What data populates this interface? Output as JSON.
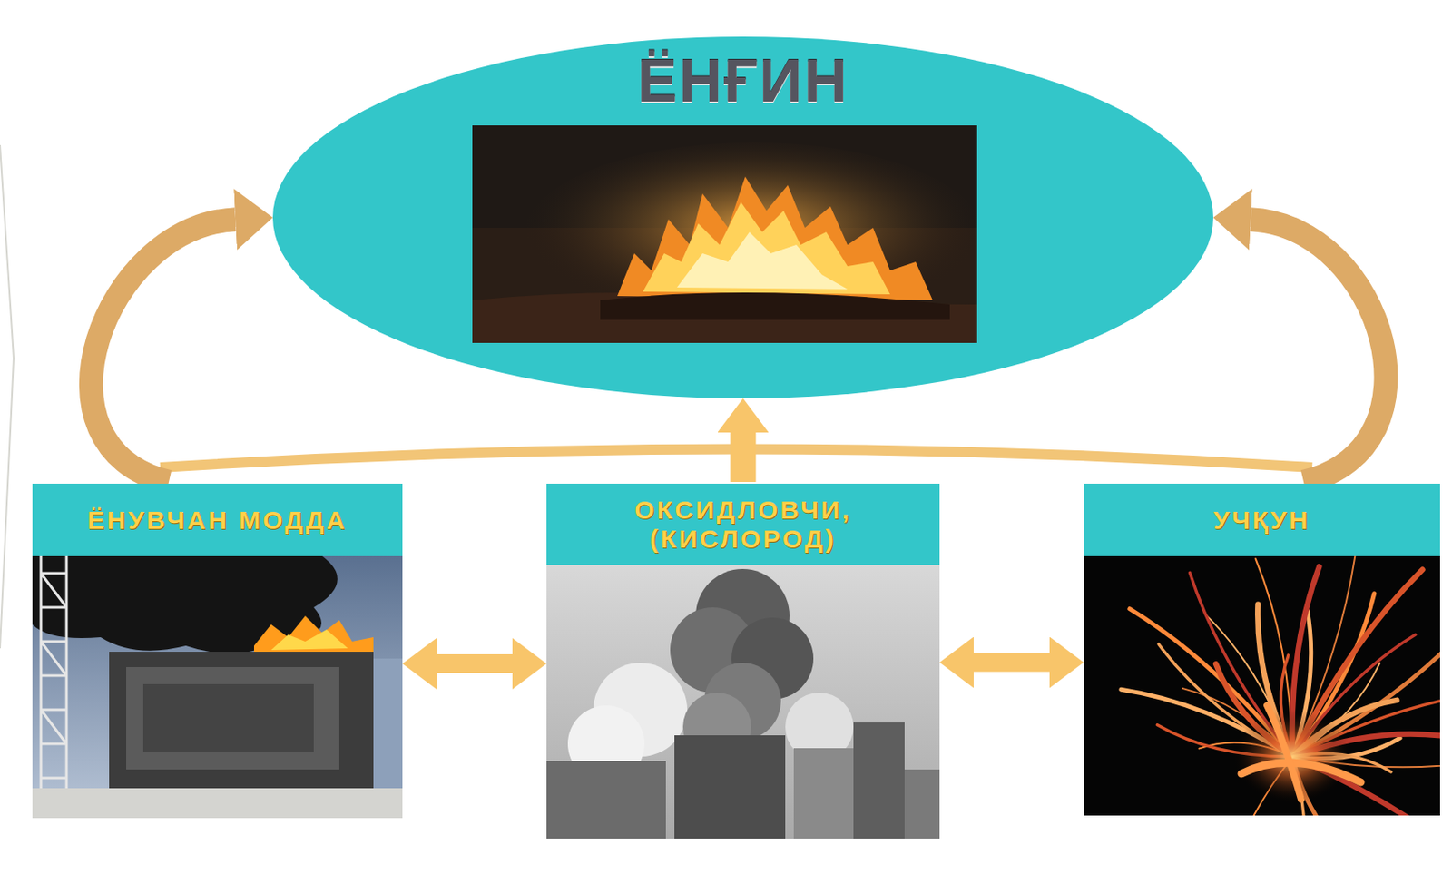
{
  "diagram": {
    "nodes": [
      {
        "text": [
          "ЁНҒИН"
        ]
      },
      {
        "text": [
          "ЁНУВЧАН МОДДА"
        ]
      },
      {
        "text": [
          "ОКСИДЛОВЧИ, (КИСЛОРОД)"
        ]
      },
      {
        "text": [
          "УЧҚУН"
        ]
      }
    ],
    "edges": [
      {
        "from": 1,
        "to": 0,
        "arrow": "to"
      },
      {
        "from": 2,
        "to": 0,
        "arrow": "to"
      },
      {
        "from": 3,
        "to": 0,
        "arrow": "to"
      },
      {
        "from": 1,
        "to": 2,
        "arrow": "both"
      },
      {
        "from": 2,
        "to": 3,
        "arrow": "both"
      }
    ]
  }
}
